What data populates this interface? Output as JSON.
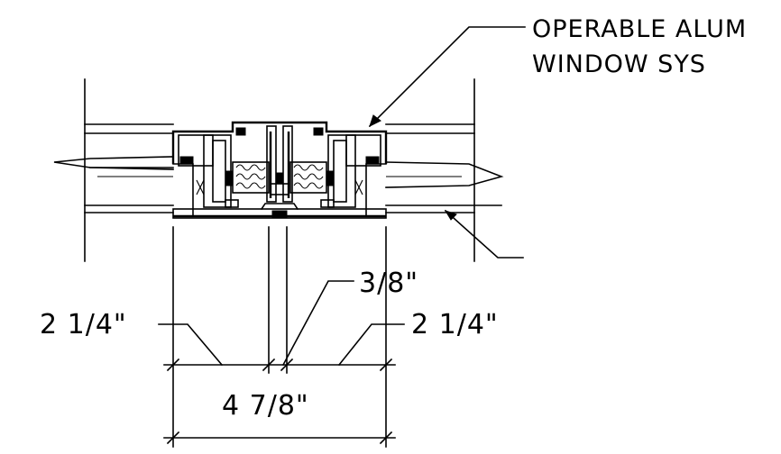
{
  "callouts": {
    "window_line1": "OPERABLE ALUM",
    "window_line2": "WINDOW SYS"
  },
  "dimensions": {
    "mullion_gap": "3/8\"",
    "left_frame": "2 1/4\"",
    "right_frame": "2 1/4\"",
    "overall": "4 7/8\""
  }
}
